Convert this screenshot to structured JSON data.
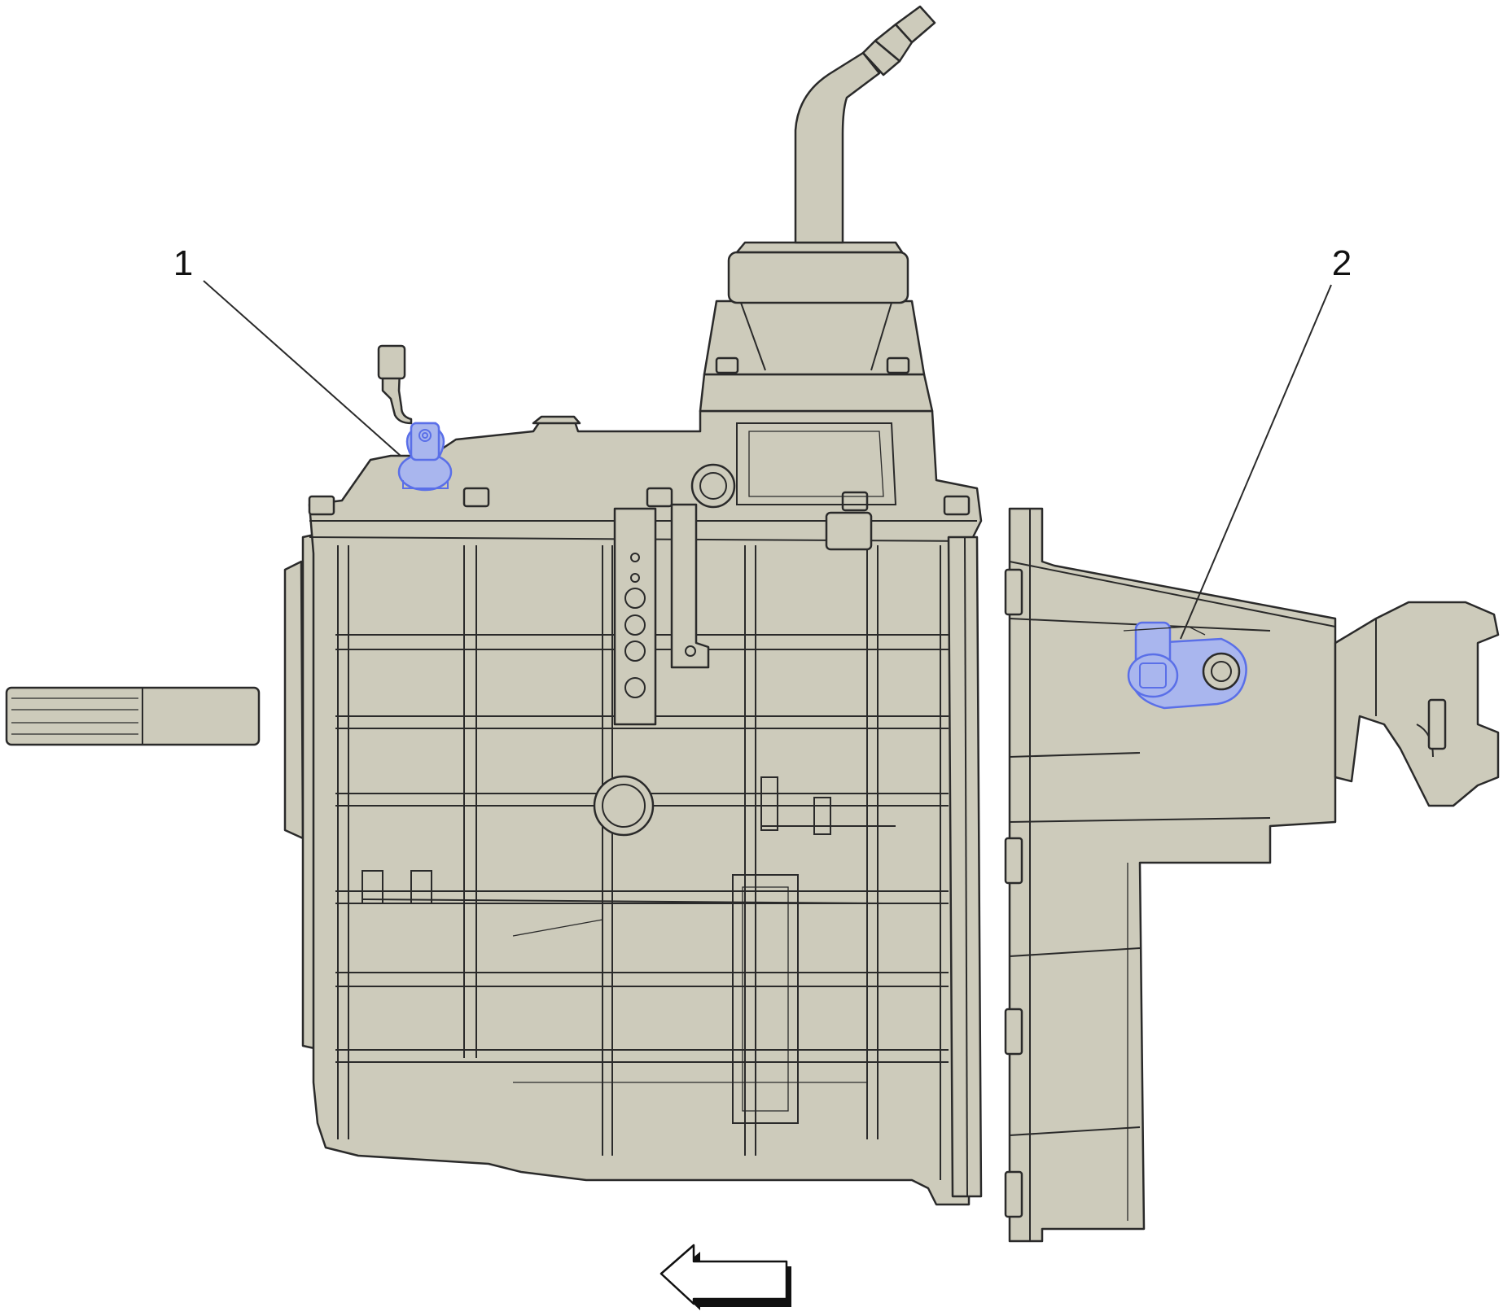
{
  "callouts": [
    {
      "id": "1",
      "label": "1"
    },
    {
      "id": "2",
      "label": "2"
    }
  ],
  "colors": {
    "housing": "#cdcbbb",
    "outline": "#2a2a2a",
    "highlight_fill": "#a9b6ee",
    "highlight_stroke": "#5a6fe8",
    "background": "#ffffff"
  },
  "direction_arrow": {
    "direction": "left",
    "icon": "arrow-left-icon"
  }
}
